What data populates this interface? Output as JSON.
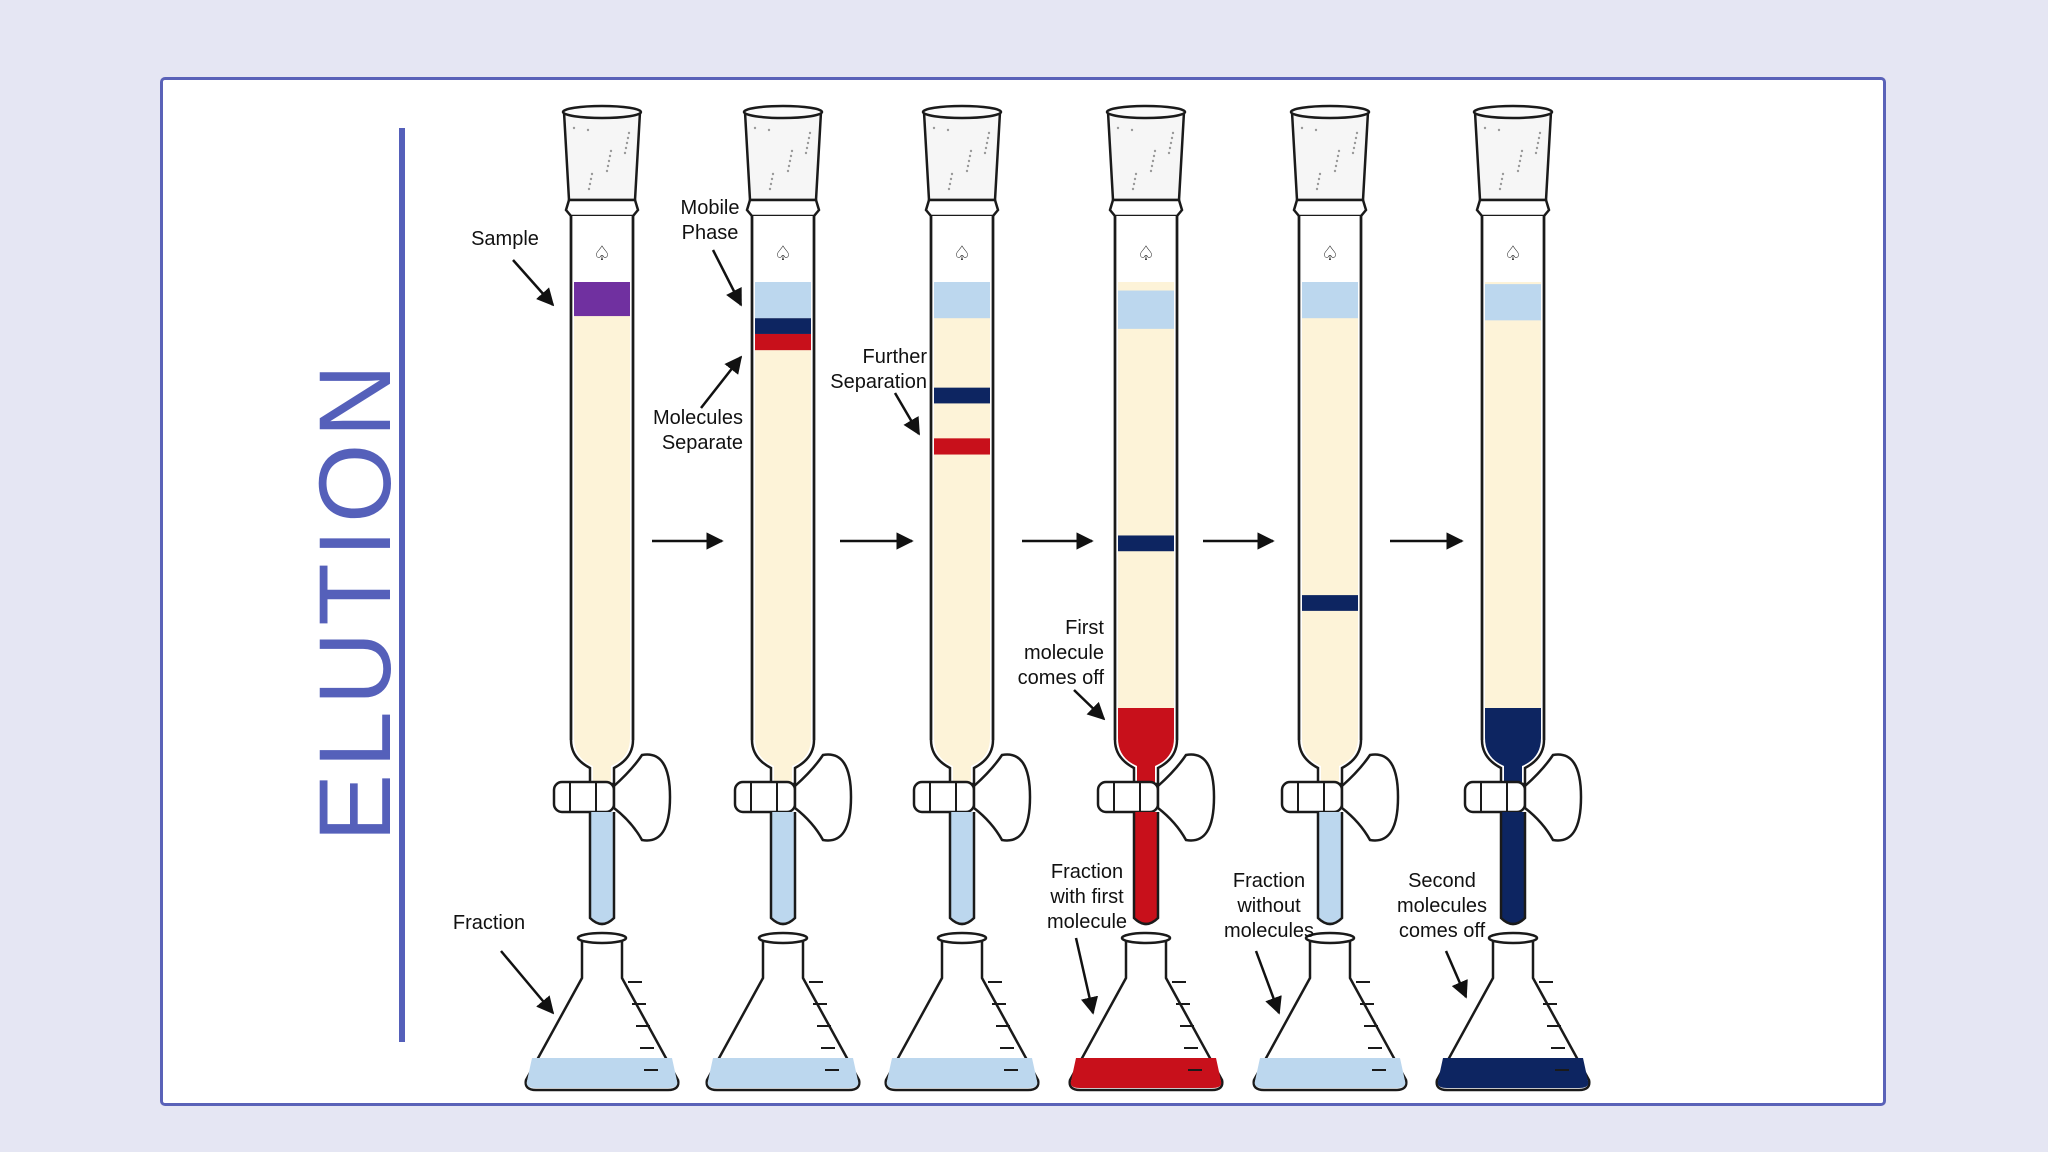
{
  "title": "ELUTION",
  "labels": {
    "sample": "Sample",
    "mobile_phase": [
      "Mobile",
      "Phase"
    ],
    "molecules_separate": [
      "Molecules",
      "Separate"
    ],
    "further_separation": [
      "Further",
      "Separation"
    ],
    "first_off": [
      "First",
      "molecule",
      "comes off"
    ],
    "fraction": "Fraction",
    "fraction_first": [
      "Fraction",
      "with first",
      "molecule"
    ],
    "fraction_without": [
      "Fraction",
      "without",
      "molecules"
    ],
    "second_off": [
      "Second",
      "molecules",
      "comes off"
    ]
  },
  "colors": {
    "background": "#e5e6f3",
    "frame": "#5a62b8",
    "title": "#5560ba",
    "stationary_phase": "#fdf3d8",
    "mobile_phase": "#bcd7ee",
    "sample": "#7030a0",
    "navy_molecule": "#0d2561",
    "red_molecule": "#c8101b"
  },
  "icons": [
    "spade-icon",
    "arrow-right-icon",
    "stopcock-icon",
    "flask-icon"
  ],
  "columns": [
    {
      "step": 1,
      "mobile_band": null,
      "bands": [
        {
          "color": "sample",
          "y0": 0.0,
          "y1": 0.08
        }
      ],
      "bottom_fill": null,
      "stem": "mobile",
      "flask_fill": "mobile"
    },
    {
      "step": 2,
      "mobile_band": [
        0.0,
        0.085
      ],
      "bands": [
        {
          "color": "navy",
          "y0": 0.085,
          "y1": 0.122
        },
        {
          "color": "red",
          "y0": 0.122,
          "y1": 0.16
        }
      ],
      "bottom_fill": null,
      "stem": "mobile",
      "flask_fill": "mobile"
    },
    {
      "step": 3,
      "mobile_band": [
        0.0,
        0.085
      ],
      "bands": [
        {
          "color": "navy",
          "y0": 0.248,
          "y1": 0.285
        },
        {
          "color": "red",
          "y0": 0.367,
          "y1": 0.405
        }
      ],
      "bottom_fill": null,
      "stem": "mobile",
      "flask_fill": "mobile"
    },
    {
      "step": 4,
      "mobile_band": [
        0.02,
        0.11
      ],
      "bands": [
        {
          "color": "navy",
          "y0": 0.595,
          "y1": 0.632
        }
      ],
      "bottom_fill": "red",
      "stem": "red",
      "flask_fill": "red"
    },
    {
      "step": 5,
      "mobile_band": [
        0.0,
        0.085
      ],
      "bands": [
        {
          "color": "navy",
          "y0": 0.735,
          "y1": 0.772
        }
      ],
      "bottom_fill": null,
      "stem": "mobile",
      "flask_fill": "mobile"
    },
    {
      "step": 6,
      "mobile_band": [
        0.005,
        0.09
      ],
      "bands": [],
      "bottom_fill": "navy",
      "stem": "navy",
      "flask_fill": "navy"
    }
  ]
}
